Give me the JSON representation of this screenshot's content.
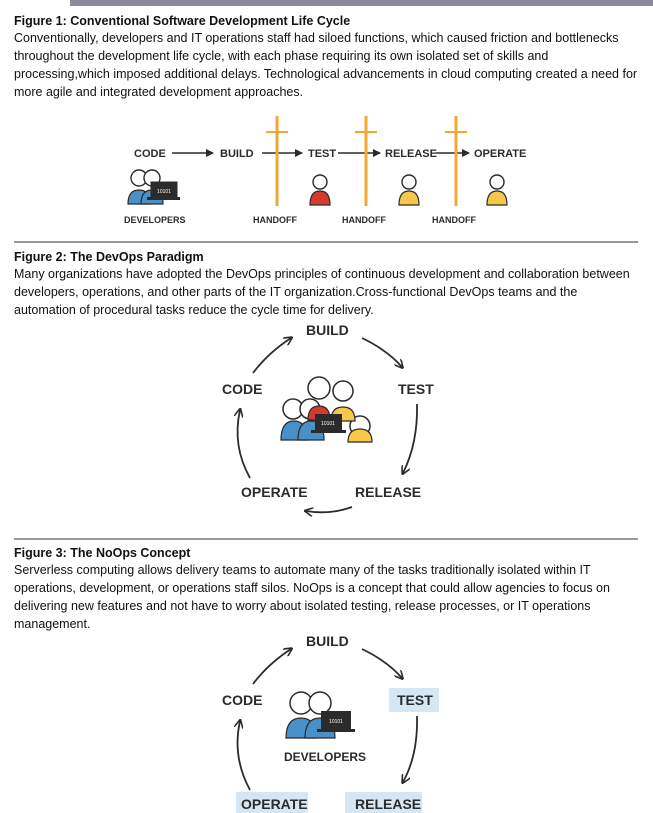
{
  "figure1": {
    "title": "Figure 1: Conventional Software Development Life Cycle",
    "text": "Conventionally, developers and IT operations staff had siloed functions, which caused friction and bottlenecks throughout the development life cycle, with each phase requiring its own isolated set of skills and processing,which imposed additional delays. Technological advancements in cloud computing created a need for more agile and integrated development approaches.",
    "stages": [
      "CODE",
      "BUILD",
      "TEST",
      "RELEASE",
      "OPERATE"
    ],
    "developers_label": "DEVELOPERS",
    "handoff_label": "HANDOFF",
    "laptop_text": "10101"
  },
  "figure2": {
    "title": "Figure 2: The DevOps Paradigm",
    "text": "Many organizations have adopted the DevOps principles of continuous development and collaboration between developers, operations, and other parts of the IT organization.Cross-functional DevOps teams and the automation of procedural tasks reduce the cycle time for delivery.",
    "labels": {
      "build": "BUILD",
      "code": "CODE",
      "test": "TEST",
      "operate": "OPERATE",
      "release": "RELEASE"
    },
    "laptop_text": "10101"
  },
  "figure3": {
    "title": "Figure 3: The NoOps Concept",
    "text": "Serverless computing allows delivery teams to automate many of the tasks traditionally isolated within IT operations, development, or operations staff silos. NoOps is a concept that could allow agencies to focus on delivering new features and not have to worry about isolated testing, release processes, or IT operations management.",
    "labels": {
      "build": "BUILD",
      "code": "CODE",
      "test": "TEST",
      "operate": "OPERATE",
      "release": "RELEASE",
      "developers": "DEVELOPERS"
    },
    "highlighted": [
      "TEST",
      "OPERATE",
      "RELEASE"
    ],
    "laptop_text": "10101"
  },
  "colors": {
    "orange": "#f4a830",
    "blue": "#4a90c8",
    "yellow": "#f7c84a",
    "red": "#d63a2f",
    "highlight": "#d6e6f3",
    "dark": "#2b2b2b"
  }
}
